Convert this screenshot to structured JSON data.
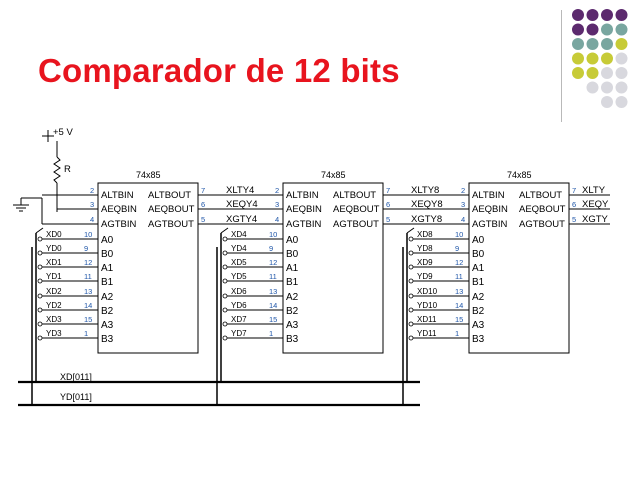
{
  "slide": {
    "title": "Comparador de 12 bits",
    "dot_colors": {
      "purple": "#5c2a6e",
      "teal": "#79a6a0",
      "yellow": "#c7cb37",
      "gray": "#d8d8de"
    }
  },
  "circuit": {
    "supply_label": "+5 V",
    "resistor_label": "R",
    "chip_name": "74x85",
    "chip_pins": {
      "in_left": [
        "ALTBIN",
        "AEQBIN",
        "AGTBIN"
      ],
      "out_right": [
        "ALTBOUT",
        "AEQBOUT",
        "AGTBOUT"
      ],
      "data": [
        "A0",
        "B0",
        "A1",
        "B1",
        "A2",
        "B2",
        "A3",
        "B3"
      ]
    },
    "pin_numbers": {
      "in": [
        "2",
        "3",
        "4"
      ],
      "out": [
        "7",
        "6",
        "5"
      ],
      "data": [
        "10",
        "9",
        "12",
        "11",
        "13",
        "14",
        "15",
        "1"
      ]
    },
    "chips": [
      {
        "signals": [
          "XD0",
          "YD0",
          "XD1",
          "YD1",
          "XD2",
          "YD2",
          "XD3",
          "YD3"
        ]
      },
      {
        "signals": [
          "XD4",
          "YD4",
          "XD5",
          "YD5",
          "XD6",
          "YD6",
          "XD7",
          "YD7"
        ]
      },
      {
        "signals": [
          "XD8",
          "YD8",
          "XD9",
          "YD9",
          "XD10",
          "YD10",
          "XD11",
          "YD11"
        ]
      }
    ],
    "nets": {
      "stage1": [
        "XLTY4",
        "XEQY4",
        "XGTY4"
      ],
      "stage2": [
        "XLTY8",
        "XEQY8",
        "XGTY8"
      ],
      "outputs": [
        "XLTY",
        "XEQY",
        "XGTY"
      ]
    },
    "buses": [
      "XD[011]",
      "YD[011]"
    ]
  }
}
